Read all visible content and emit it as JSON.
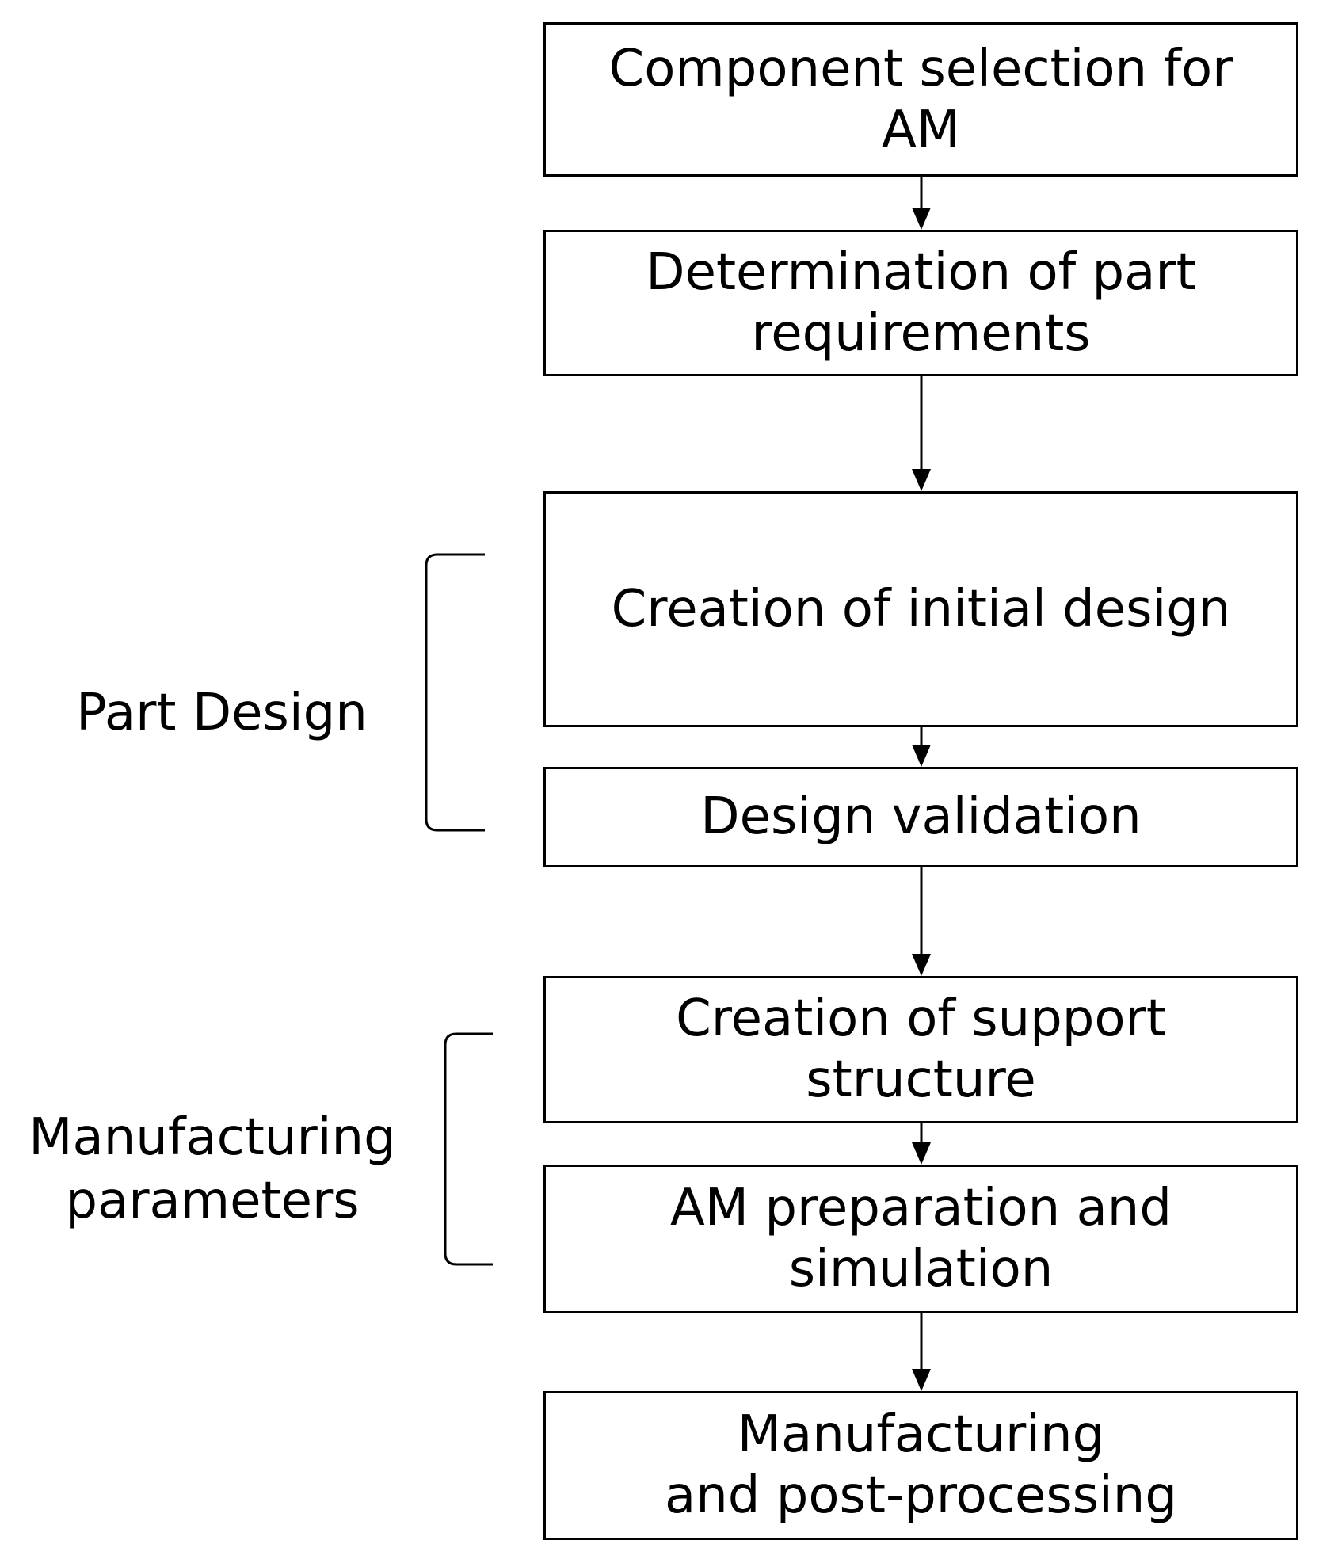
{
  "steps": [
    {
      "label": "Component selection for\nAM"
    },
    {
      "label": "Determination of part\nrequirements"
    },
    {
      "label": "Creation of initial design"
    },
    {
      "label": "Design validation"
    },
    {
      "label": "Creation of support\nstructure"
    },
    {
      "label": "AM preparation and\nsimulation"
    },
    {
      "label": "Manufacturing\nand post-processing"
    }
  ],
  "groups": [
    {
      "label": "Part Design",
      "from_step": 2,
      "to_step": 3
    },
    {
      "label": "Manufacturing\nparameters",
      "from_step": 4,
      "to_step": 5
    }
  ],
  "colors": {
    "stroke": "#000000",
    "background": "#ffffff"
  }
}
